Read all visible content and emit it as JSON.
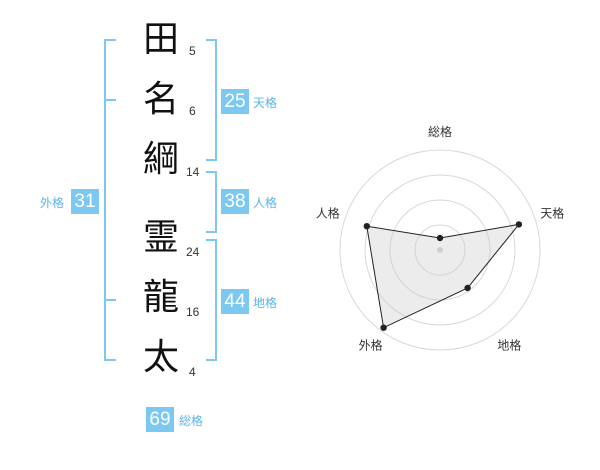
{
  "name_chars": [
    {
      "char": "田",
      "strokes": "5"
    },
    {
      "char": "名",
      "strokes": "6"
    },
    {
      "char": "綱",
      "strokes": "14"
    },
    {
      "char": "霊",
      "strokes": "24"
    },
    {
      "char": "龍",
      "strokes": "16"
    },
    {
      "char": "太",
      "strokes": "4"
    }
  ],
  "scores": {
    "tenkaku": {
      "value": "25",
      "label": "天格"
    },
    "jinkaku": {
      "value": "38",
      "label": "人格"
    },
    "chikaku": {
      "value": "44",
      "label": "地格"
    },
    "gaikaku": {
      "value": "31",
      "label": "外格"
    },
    "soukaku": {
      "value": "69",
      "label": "総格"
    }
  },
  "colors": {
    "accent": "#7cc8f0",
    "accent_text": "#5ab4e8",
    "bracket": "#7cc8f0"
  },
  "chart_data": {
    "type": "radar",
    "axes": [
      "総格",
      "天格",
      "地格",
      "外格",
      "人格"
    ],
    "values": [
      0.12,
      0.83,
      0.47,
      0.96,
      0.77
    ],
    "range": [
      0,
      1
    ],
    "rings": 4
  }
}
